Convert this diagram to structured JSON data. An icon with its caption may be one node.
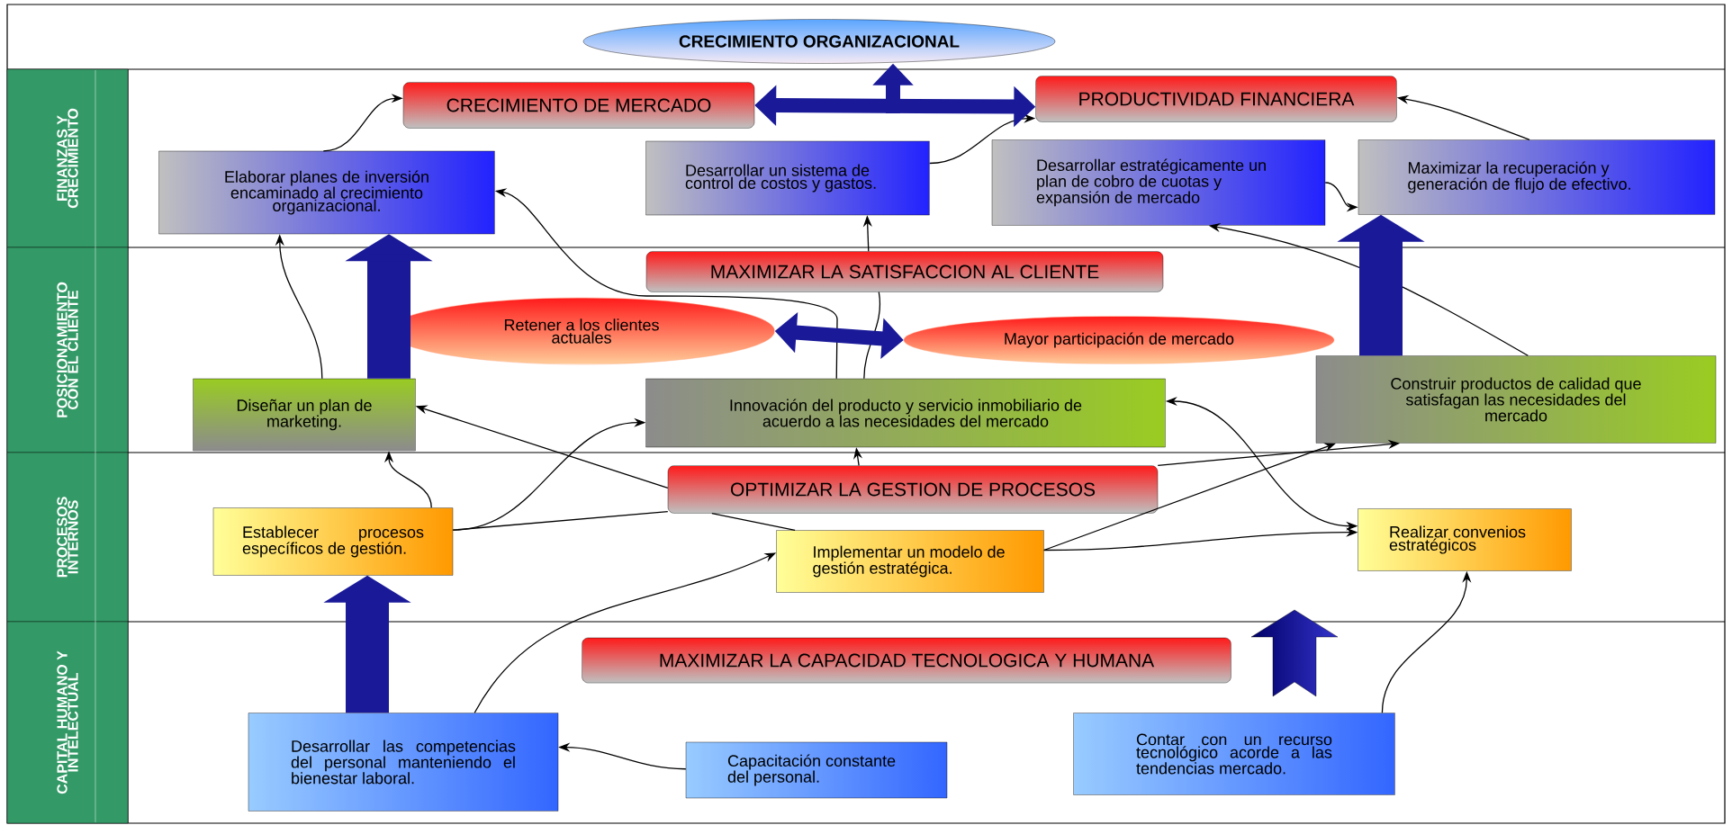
{
  "diagram": {
    "nodes": [
      {
        "text": [
          "CRECIMIENTO ORGANIZACIONAL"
        ]
      },
      {
        "text": [
          "FINANZAS Y CRECIMIENTO"
        ]
      },
      {
        "text": [
          "POSICIONAMIENTO CON EL CLIENTE"
        ]
      },
      {
        "text": [
          "PROCESOS INTERNOS"
        ]
      },
      {
        "text": [
          "CAPITAL HUMANO Y INTELECTUAL"
        ]
      },
      {
        "text": [
          "CRECIMIENTO DE MERCADO"
        ]
      },
      {
        "text": [
          "PRODUCTIVIDAD FINANCIERA"
        ]
      },
      {
        "text": [
          "Elaborar planes de inversión encaminado al crecimiento organizacional."
        ]
      },
      {
        "text": [
          "Desarrollar un sistema de control de costos y gastos."
        ]
      },
      {
        "text": [
          "Desarrollar estratégicamente un plan de cobro de cuotas y expansión de mercado"
        ]
      },
      {
        "text": [
          "Maximizar la recuperación y generación de flujo de efectivo."
        ]
      },
      {
        "text": [
          "MAXIMIZAR LA SATISFACCION AL CLIENTE"
        ]
      },
      {
        "text": [
          "Retener a los clientes actuales"
        ]
      },
      {
        "text": [
          "Mayor participación de mercado"
        ]
      },
      {
        "text": [
          "Diseñar un plan de marketing."
        ]
      },
      {
        "text": [
          "Innovación del producto y servicio inmobiliario de acuerdo a las necesidades del mercado"
        ]
      },
      {
        "text": [
          "Construir productos de calidad que satisfagan las necesidades del mercado"
        ]
      },
      {
        "text": [
          "OPTIMIZAR LA GESTION DE PROCESOS"
        ]
      },
      {
        "text": [
          "Establecer procesos específicos de gestión."
        ]
      },
      {
        "text": [
          "Implementar un modelo de gestión estratégica."
        ]
      },
      {
        "text": [
          "Realizar convenios estratégicos"
        ]
      },
      {
        "text": [
          "MAXIMIZAR LA CAPACIDAD TECNOLOGICA Y HUMANA"
        ]
      },
      {
        "text": [
          "Desarrollar las competencias del personal manteniendo el bienestar laboral."
        ]
      },
      {
        "text": [
          "Capacitación constante del personal."
        ]
      },
      {
        "text": [
          "Contar con un recurso tecnológico acorde a las tendencias mercado."
        ]
      }
    ],
    "edges": [
      {
        "from": 7,
        "to": 5,
        "arrow": "to"
      },
      {
        "from": 14,
        "to": 7,
        "arrow": "to"
      },
      {
        "from": 15,
        "to": 7,
        "arrow": "to"
      },
      {
        "from": 15,
        "to": 11,
        "arrow": "none"
      },
      {
        "from": 11,
        "to": 8,
        "arrow": "to"
      },
      {
        "from": 8,
        "to": 6,
        "arrow": "to"
      },
      {
        "from": 10,
        "to": 6,
        "arrow": "to"
      },
      {
        "from": 9,
        "to": 10,
        "arrow": "to"
      },
      {
        "from": 16,
        "to": 9,
        "arrow": "to"
      },
      {
        "from": 18,
        "to": 14,
        "arrow": "to"
      },
      {
        "from": 18,
        "to": 15,
        "arrow": "to"
      },
      {
        "from": 18,
        "to": 17,
        "arrow": "none"
      },
      {
        "from": 17,
        "to": 14,
        "arrow": "to"
      },
      {
        "from": 17,
        "to": 19,
        "arrow": "none"
      },
      {
        "from": 17,
        "to": 15,
        "arrow": "to"
      },
      {
        "from": 17,
        "to": 16,
        "arrow": "to"
      },
      {
        "from": 19,
        "to": 16,
        "arrow": "to"
      },
      {
        "from": 19,
        "to": 20,
        "arrow": "to"
      },
      {
        "from": 15,
        "to": 20,
        "arrow": "both"
      },
      {
        "from": 22,
        "to": 19,
        "arrow": "to"
      },
      {
        "from": 23,
        "to": 22,
        "arrow": "to"
      },
      {
        "from": 24,
        "to": 20,
        "arrow": "to"
      },
      {
        "from": 5,
        "to": 6,
        "arrow": "both",
        "style": "thick",
        "color": "#1a1a99"
      },
      {
        "from": null,
        "to": 0,
        "arrow": "to",
        "style": "thick",
        "color": "#1a1a99"
      },
      {
        "from": 12,
        "to": 13,
        "arrow": "both",
        "style": "thick",
        "color": "#1a1a99"
      },
      {
        "from": 14,
        "to": 7,
        "arrow": "to",
        "style": "thick",
        "color": "#1a1a99"
      },
      {
        "from": 16,
        "to": 10,
        "arrow": "to",
        "style": "thick",
        "color": "#1a1a99"
      },
      {
        "from": 22,
        "to": 18,
        "arrow": "to",
        "style": "thick",
        "color": "#1a1a99"
      }
    ]
  }
}
